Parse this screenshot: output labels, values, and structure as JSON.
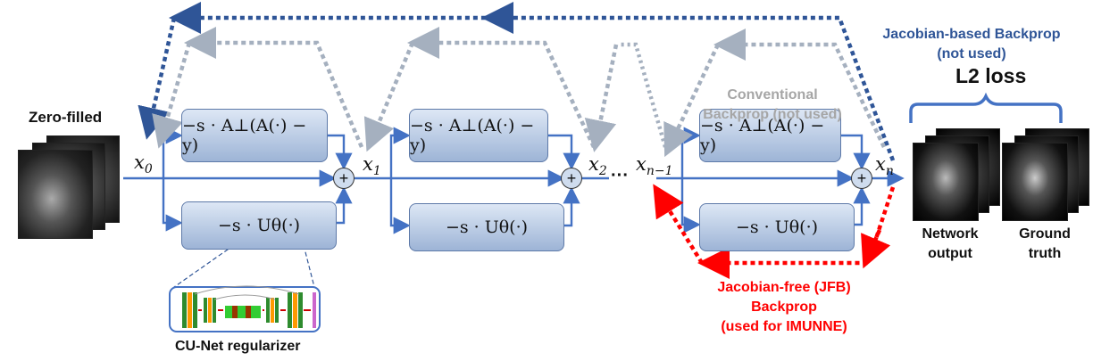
{
  "inputs": {
    "zero_filled": "Zero-filled"
  },
  "nodes": [
    "x0",
    "x1",
    "x2",
    "xn-1",
    "xn"
  ],
  "node_labels": {
    "x0": "x",
    "x0_sub": "0",
    "x1": "x",
    "x1_sub": "1",
    "x2": "x",
    "x2_sub": "2",
    "xn1": "x",
    "xn1_sub": "n−1",
    "xn": "x",
    "xn_sub": "n"
  },
  "blocks": {
    "data_consistency": "−s · A⊥(A(·) − y)",
    "regularizer": "−s · Uθ(·)"
  },
  "sum_symbol": "+",
  "ellipsis": "···",
  "regularizer_label": "CU-Net regularizer",
  "backprop": {
    "jacobian_based": [
      "Jacobian-based Backprop",
      "(not used)"
    ],
    "conventional": [
      "Conventional",
      "Backprop (not used)"
    ],
    "jfb": [
      "Jacobian-free (JFB)",
      "Backprop",
      "(used for IMUNNE)"
    ]
  },
  "loss": {
    "title": "L2 loss",
    "network_output": [
      "Network",
      "output"
    ],
    "ground_truth": [
      "Ground",
      "truth"
    ]
  },
  "colors": {
    "blue": "#4472c4",
    "dark_blue": "#2f5597",
    "gray": "#a5b0bf",
    "red": "#ff0000",
    "conventional_text": "#a6a6a6",
    "jfb_text": "#ff0000",
    "jacobian_text": "#2f5597"
  }
}
